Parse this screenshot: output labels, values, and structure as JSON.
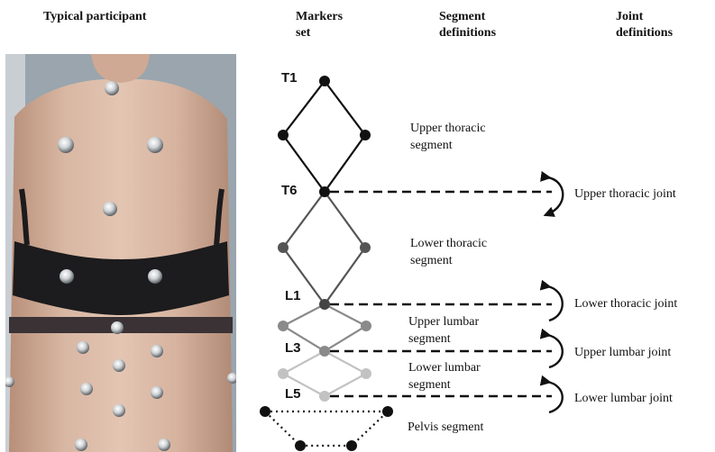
{
  "headers": {
    "participant": "Typical participant",
    "markers": [
      "Markers",
      "set"
    ],
    "segments": [
      "Segment",
      "definitions"
    ],
    "joints": [
      "Joint",
      "definitions"
    ]
  },
  "markers": {
    "t1": "T1",
    "t6": "T6",
    "l1": "L1",
    "l3": "L3",
    "l5": "L5"
  },
  "segments": {
    "upper_thoracic": [
      "Upper thoracic",
      "segment"
    ],
    "lower_thoracic": [
      "Lower thoracic",
      "segment"
    ],
    "upper_lumbar": [
      "Upper lumbar",
      "segment"
    ],
    "lower_lumbar": [
      "Lower lumbar",
      "segment"
    ],
    "pelvis": "Pelvis segment"
  },
  "joints": {
    "upper_thoracic": "Upper thoracic joint",
    "lower_thoracic": "Lower thoracic joint",
    "upper_lumbar": "Upper lumbar joint",
    "lower_lumbar": "Lower lumbar joint"
  },
  "colors": {
    "upper_thoracic": "#111111",
    "lower_thoracic": "#555555",
    "upper_lumbar": "#8a8a8a",
    "lower_lumbar": "#c2c2c2",
    "pelvis": "#111111"
  }
}
